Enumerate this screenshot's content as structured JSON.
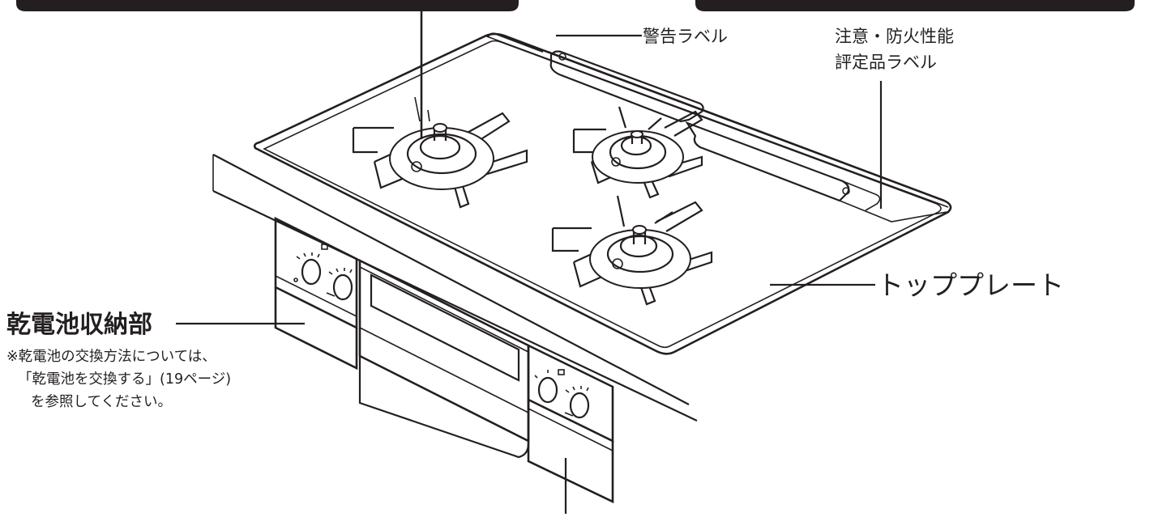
{
  "labels": {
    "warning_label": "警告ラベル",
    "caution_label_line1": "注意・防火性能",
    "caution_label_line2": "評定品ラベル",
    "top_plate": "トッププレート",
    "battery_box": "乾電池収納部",
    "note_line1": "※乾電池の交換方法については、",
    "note_line2": "「乾電池を交換する」(19ページ)",
    "note_line3": "を参照してください。"
  }
}
